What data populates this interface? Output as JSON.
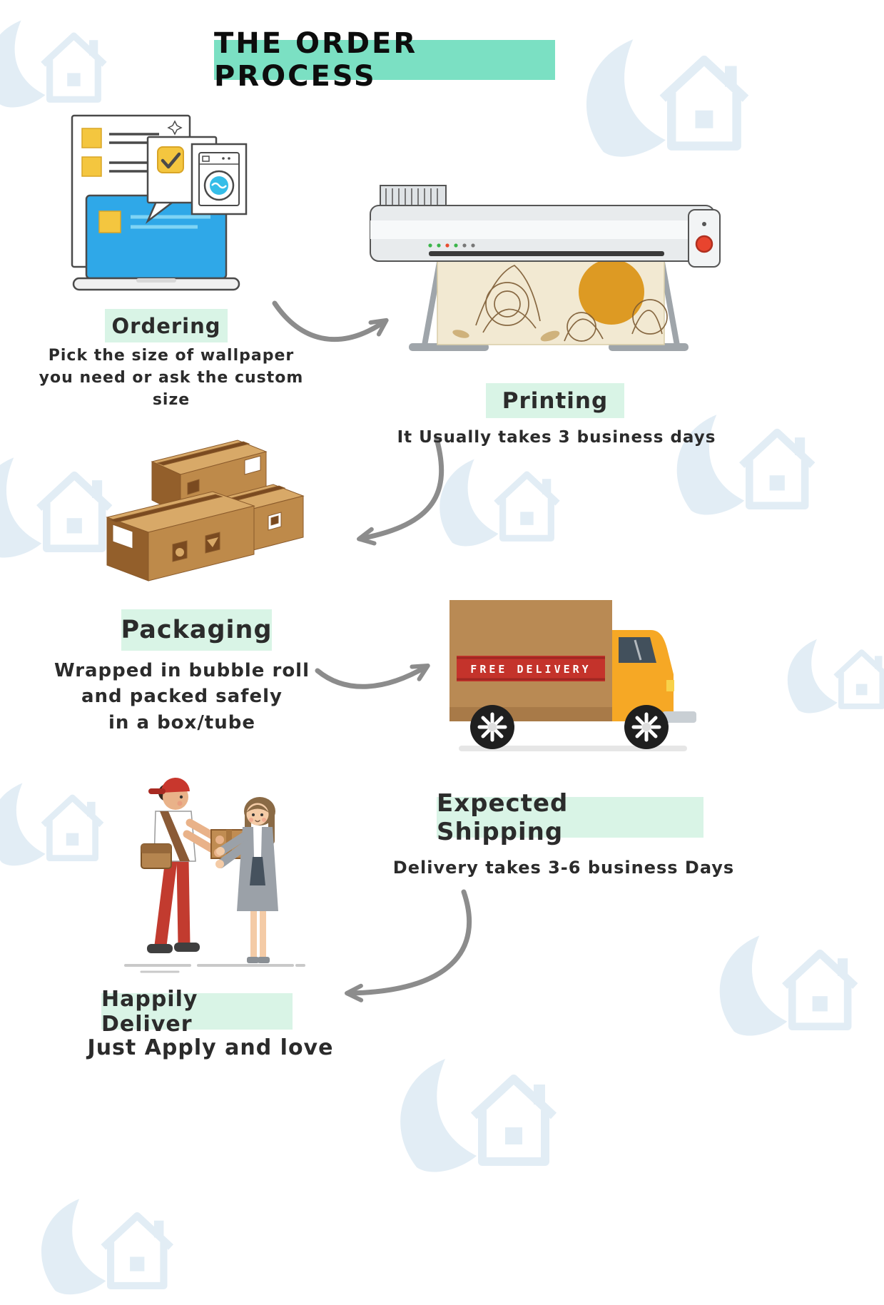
{
  "title": "THE ORDER PROCESS",
  "steps": [
    {
      "id": "ordering",
      "label": "Ordering",
      "description": "Pick the size of wallpaper\nyou need or ask the custom size"
    },
    {
      "id": "printing",
      "label": "Printing",
      "description": "It Usually takes 3 business days"
    },
    {
      "id": "packaging",
      "label": "Packaging",
      "description": "Wrapped in bubble roll\nand packed safely\nin a box/tube"
    },
    {
      "id": "shipping",
      "label": "Expected Shipping",
      "description": "Delivery takes 3-6 business Days"
    },
    {
      "id": "deliver",
      "label": "Happily Deliver",
      "description": "Just Apply and love"
    }
  ],
  "truck": {
    "banner": "FREE DELIVERY"
  },
  "colors": {
    "title_highlight": "#7BE0C3",
    "label_highlight": "#D9F4E6",
    "arrow_gray": "#8C8C8C",
    "truck_cab_orange": "#F6A825",
    "banner_red": "#C4332B",
    "cardboard_brown": "#BE8A4A",
    "watermark_blue": "#E2EDF5"
  }
}
